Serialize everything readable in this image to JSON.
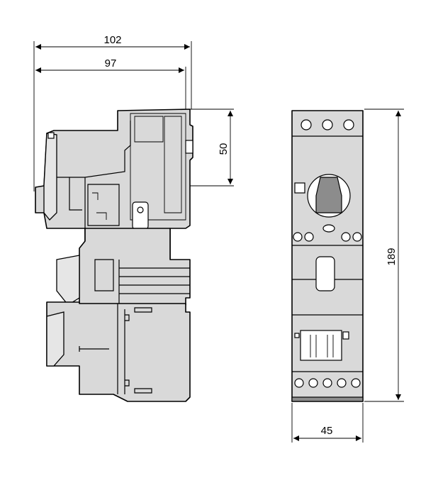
{
  "dimensions": {
    "overall_depth": "102",
    "mounting_depth": "97",
    "top_offset": "50",
    "height": "189",
    "width": "45"
  }
}
